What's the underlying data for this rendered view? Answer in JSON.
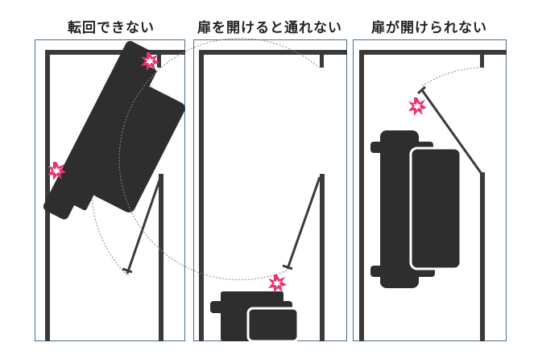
{
  "captions": {
    "panel1": "転回できない",
    "panel2": "扉を開けると通れない",
    "panel3": "扉が開けられない"
  },
  "colors": {
    "wall": "#3a3a3a",
    "sofa": "#2e2e2e",
    "frame": "#4a6d8c",
    "impact": "#e8336f",
    "swing_arc": "#888888"
  },
  "icons": {
    "impact": "collision-burst-icon"
  }
}
